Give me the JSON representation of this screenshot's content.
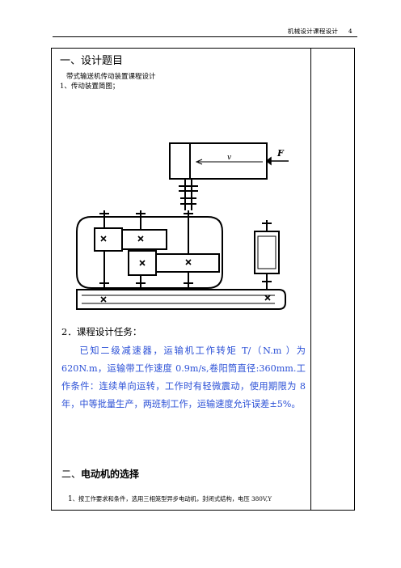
{
  "header": {
    "title": "机械设计课程设计",
    "page": "4"
  },
  "section1": {
    "title": "一、设计题目",
    "subtitle": "带式输送机传动装置课程设计",
    "figure_label": "1、传动装置简图；"
  },
  "figure": {
    "velocity_label": "v",
    "force_label": "F"
  },
  "section_task": {
    "title": "2．课程设计任务：",
    "body": "已知二级减速器，运输机工作转矩 T/（N.m ）为 620N.m，运输带工作速度 0.9m/s,卷阳筒直径:360mm.工作条件：连续单向运转，工作时有轻微震动，使用期限为 8年，中等批量生产，两班制工作，运输速度允许误差±5%。"
  },
  "section2": {
    "num": "二、",
    "title": "电动机的选择"
  },
  "item1": {
    "num": "1",
    "text": "、按工作要求和条件，选用三相笼型异步电动机，封闭式结构，电压 380V,Y"
  }
}
